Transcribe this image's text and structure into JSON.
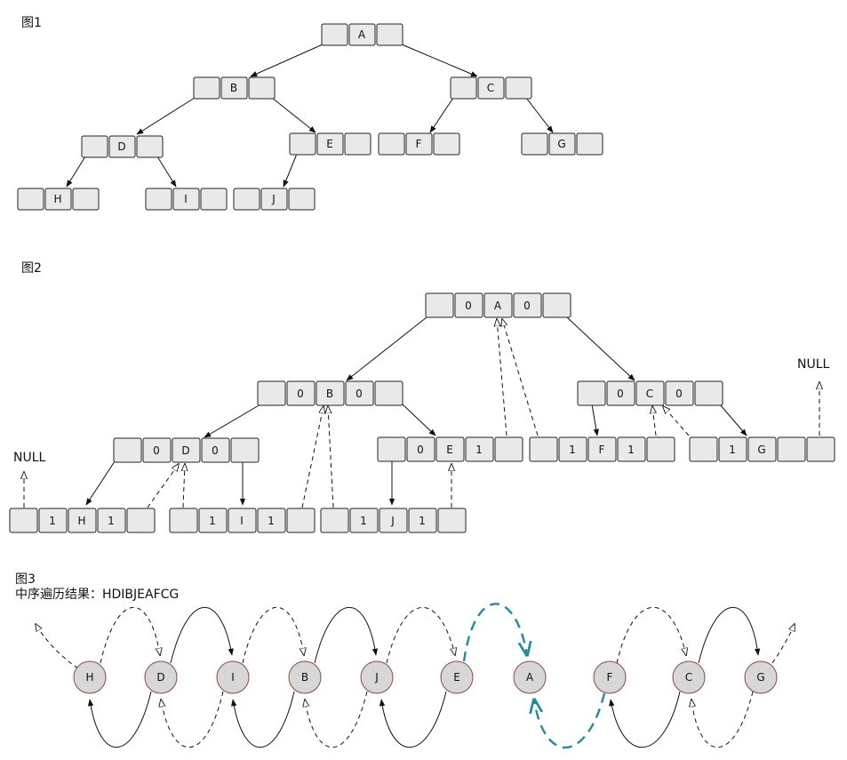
{
  "figures": {
    "fig1_title": "图1",
    "fig2_title": "图2",
    "fig3_title": "图3",
    "fig3_result": "中序遍历结果：HDIBJEAFCG"
  },
  "fig1_nodes": [
    "A",
    "B",
    "C",
    "D",
    "E",
    "F",
    "G",
    "H",
    "I",
    "J"
  ],
  "fig2_nodes": [
    {
      "ltag": "0",
      "data": "A",
      "rtag": "0"
    },
    {
      "ltag": "0",
      "data": "B",
      "rtag": "0"
    },
    {
      "ltag": "0",
      "data": "C",
      "rtag": "0"
    },
    {
      "ltag": "0",
      "data": "D",
      "rtag": "0"
    },
    {
      "ltag": "0",
      "data": "E",
      "rtag": "1"
    },
    {
      "ltag": "1",
      "data": "F",
      "rtag": "1"
    },
    {
      "ltag": "1",
      "data": "G",
      "rtag": ""
    },
    {
      "ltag": "1",
      "data": "H",
      "rtag": "1"
    },
    {
      "ltag": "1",
      "data": "I",
      "rtag": "1"
    },
    {
      "ltag": "1",
      "data": "J",
      "rtag": "1"
    }
  ],
  "null_labels": [
    "NULL",
    "NULL"
  ],
  "fig3_sequence": [
    "H",
    "D",
    "I",
    "B",
    "J",
    "E",
    "A",
    "F",
    "C",
    "G"
  ],
  "colors": {
    "highlight": "#1b8fa0",
    "node_fill": "#d7d7d7",
    "node_border": "#8b4a3a",
    "cell_fill": "#e9e9e9"
  }
}
